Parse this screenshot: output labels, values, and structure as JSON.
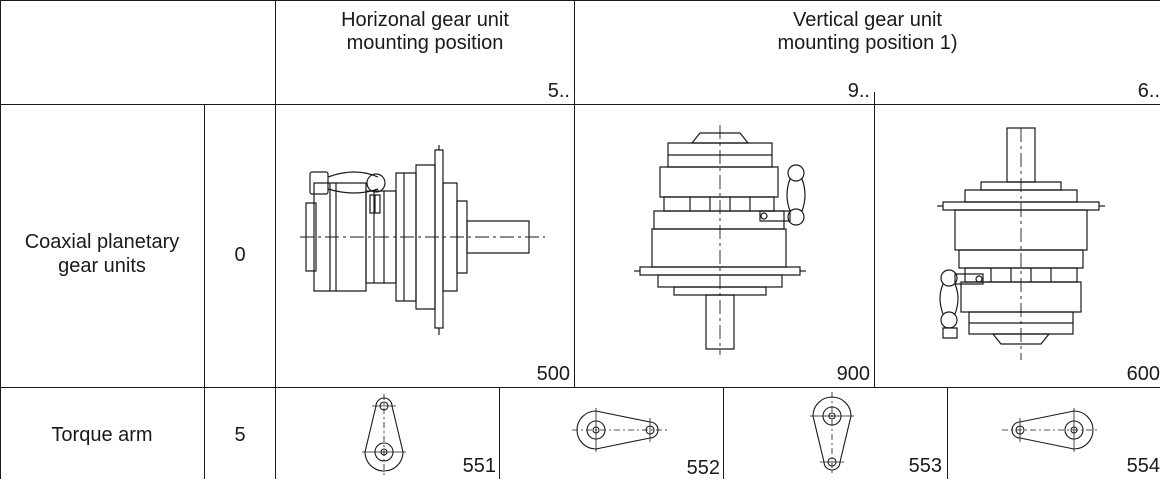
{
  "header": {
    "horizontal_title_line1": "Horizonal gear unit",
    "horizontal_title_line2": "mounting position",
    "vertical_title_line1": "Vertical gear unit",
    "vertical_title_line2": "mounting position 1)",
    "col_codes": [
      "5..",
      "9..",
      "6.."
    ]
  },
  "rows": [
    {
      "label_line1": "Coaxial planetary",
      "label_line2": "gear units",
      "code": "0",
      "positions": [
        "500",
        "900",
        "600"
      ]
    },
    {
      "label": "Torque arm",
      "code": "5",
      "positions": [
        "551",
        "552",
        "553",
        "554"
      ]
    }
  ],
  "icons": {
    "horizontal_unit": "horizontal-gear-unit-drawing",
    "vertical_unit_shaft_down": "vertical-gear-unit-shaft-down-drawing",
    "vertical_unit_shaft_up": "vertical-gear-unit-shaft-up-drawing",
    "torque_arm": "torque-arm-drawing"
  }
}
